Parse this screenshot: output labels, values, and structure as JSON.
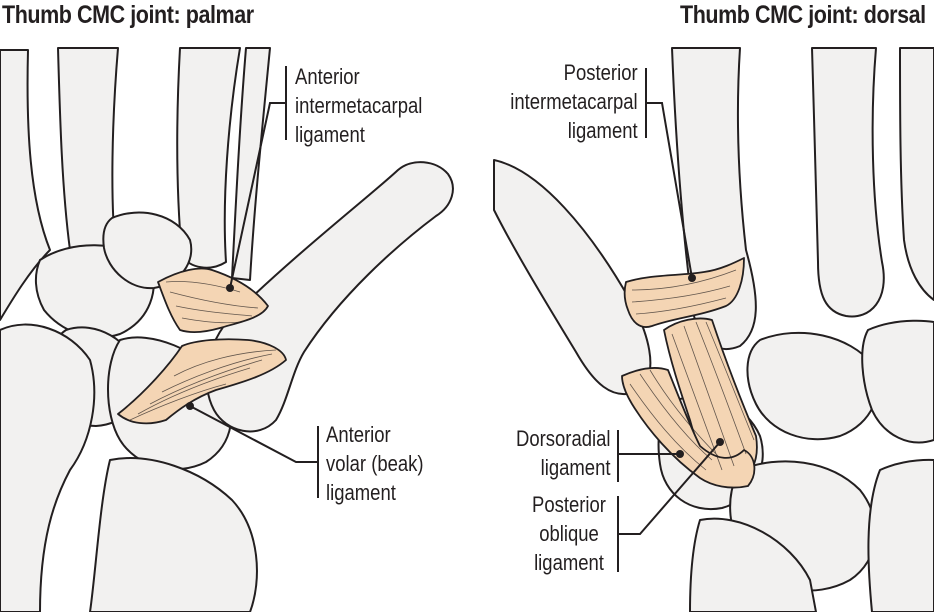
{
  "titles": {
    "palmar": "Thumb CMC joint: palmar",
    "dorsal": "Thumb CMC joint: dorsal"
  },
  "labels": {
    "anterior_intermetacarpal": [
      "Anterior",
      "intermetacarpal",
      "ligament"
    ],
    "anterior_volar_beak": [
      "Anterior",
      "volar (beak)",
      "ligament"
    ],
    "posterior_intermetacarpal": [
      "Posterior",
      "intermetacarpal",
      "ligament"
    ],
    "dorsoradial": [
      "Dorsoradial",
      "ligament"
    ],
    "posterior_oblique": [
      "Posterior",
      "oblique",
      "ligament"
    ]
  },
  "colors": {
    "bone_fill": "#f2f1f0",
    "bone_stroke": "#231f20",
    "ligament_fill": "#f4d5b4",
    "ligament_stroke": "#231f20",
    "text": "#231f20"
  }
}
